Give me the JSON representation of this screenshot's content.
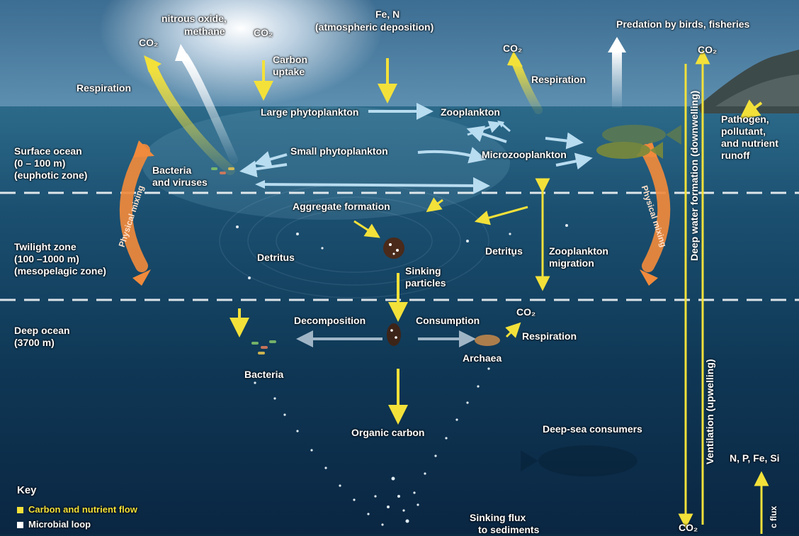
{
  "chemicals": {
    "nitrous_oxide": "nitrous oxide,",
    "methane": "methane",
    "co2_top_left": "CO₂",
    "co2_uptake": "CO₂",
    "carbon_uptake_1": "Carbon",
    "carbon_uptake_2": "uptake",
    "fe_n_1": "Fe, N",
    "fe_n_2": "(atmospheric deposition)",
    "co2_top_mid": "CO₂",
    "co2_top_right": "CO₂",
    "co2_respiration_deep": "CO₂",
    "co2_bottom_right": "CO₂",
    "nutrients": "N, P, Fe, Si"
  },
  "labels": {
    "respiration_left": "Respiration",
    "respiration_mid": "Respiration",
    "predation": "Predation by birds, fisheries",
    "large_phyto": "Large phytoplankton",
    "zooplankton": "Zooplankton",
    "small_phyto": "Small phytoplankton",
    "microzoo": "Microzooplankton",
    "bacteria_viruses_1": "Bacteria",
    "bacteria_viruses_2": "and viruses",
    "pathogen_1": "Pathogen,",
    "pathogen_2": "pollutant,",
    "pathogen_3": "and nutrient",
    "pathogen_4": "runoff",
    "aggregate": "Aggregate formation",
    "detritus_left": "Detritus",
    "detritus_right": "Detritus",
    "zoo_migration_1": "Zooplankton",
    "zoo_migration_2": "migration",
    "sinking_1": "Sinking",
    "sinking_2": "particles",
    "decomposition": "Decomposition",
    "consumption": "Consumption",
    "respiration_deep": "Respiration",
    "archaea": "Archaea",
    "bacteria": "Bacteria",
    "organic_carbon": "Organic carbon",
    "deep_sea_consumers": "Deep-sea consumers",
    "sinking_flux_1": "Sinking flux",
    "sinking_flux_2": "to sediments",
    "deep_water_formation": "Deep water formation (downwelling)",
    "ventilation": "Ventilation (upwelling)",
    "flux_partial": "c flux",
    "physical_mixing": "Physical mixing"
  },
  "zones": {
    "surface_1": "Surface ocean",
    "surface_2": "(0 – 100 m)",
    "surface_3": "(euphotic zone)",
    "twilight_1": "Twilight zone",
    "twilight_2": "(100 –1000 m)",
    "twilight_3": "(mesopelagic zone)",
    "deep_1": "Deep ocean",
    "deep_2": "(3700 m)"
  },
  "key": {
    "title": "Key",
    "items": [
      {
        "label": "Carbon and nutrient flow",
        "color": "#f3e13a"
      },
      {
        "label": "Microbial loop",
        "color": "#ffffff"
      }
    ]
  },
  "colors": {
    "flow_yellow": "#f3e13a",
    "loop_blue": "#b8dcf0",
    "mixing_orange": "#f08a3c",
    "sky": "#2e5f86",
    "deep": "#0a2540"
  }
}
